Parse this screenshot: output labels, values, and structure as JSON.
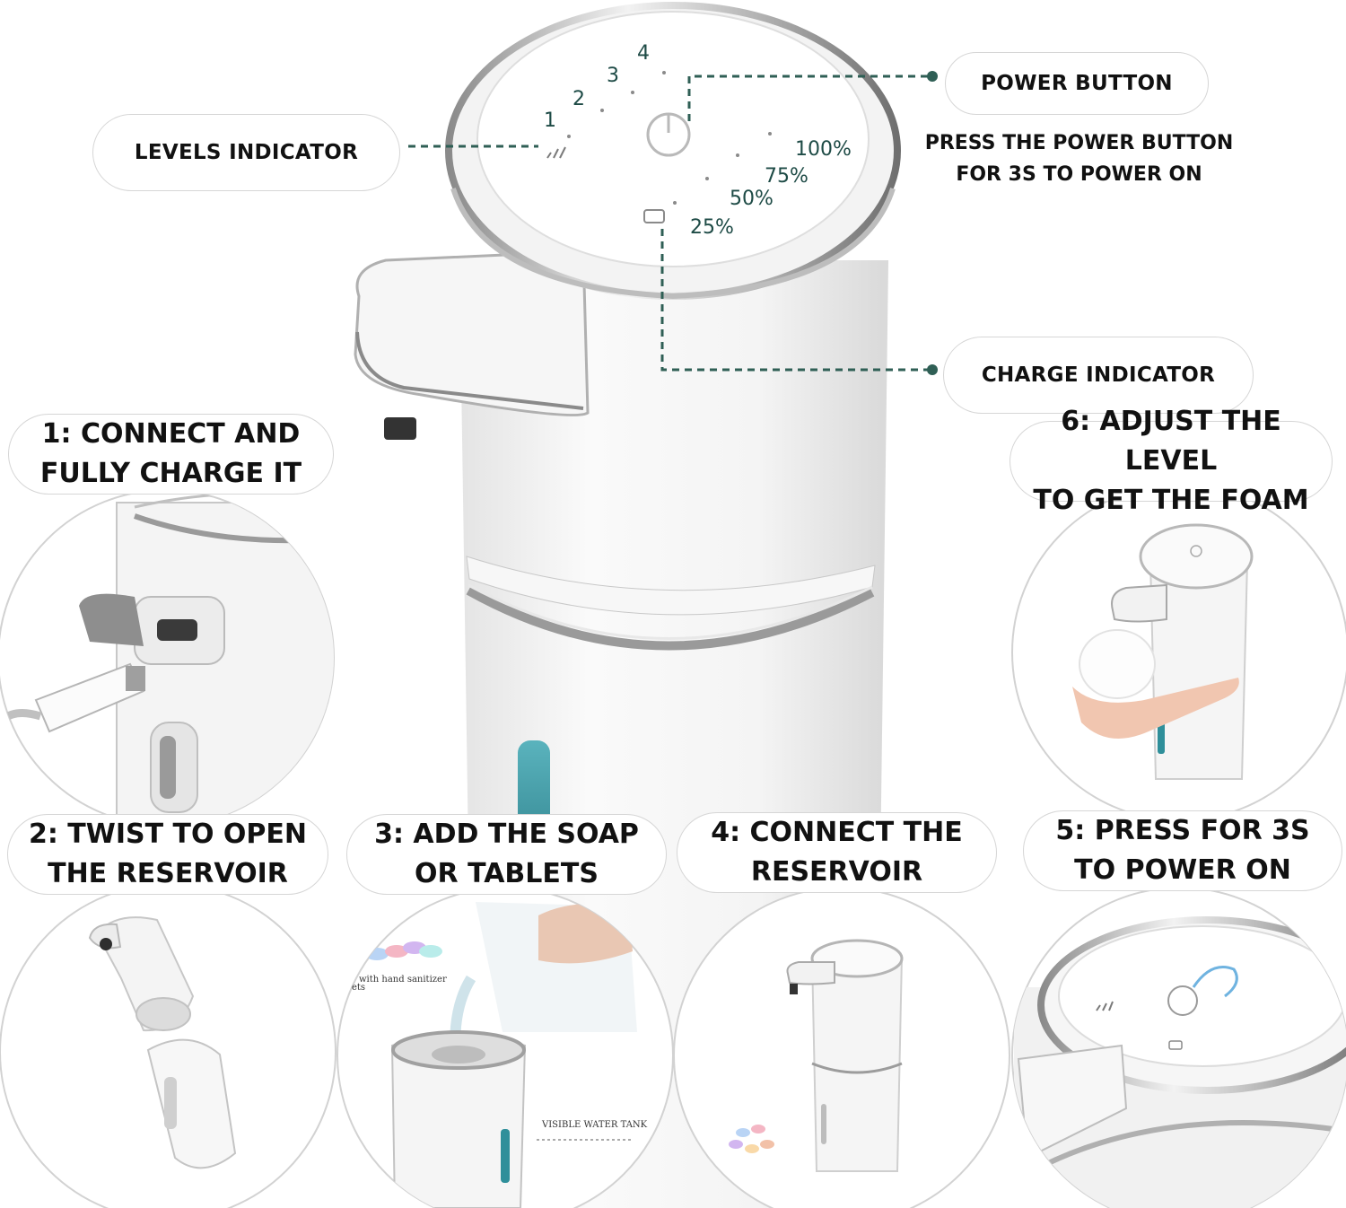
{
  "callouts": {
    "levels_indicator": "LEVELS INDICATOR",
    "power_button": "POWER BUTTON",
    "power_note_line1": "PRESS THE POWER BUTTON",
    "power_note_line2": "FOR 3S TO POWER ON",
    "charge_indicator": "CHARGE INDICATOR"
  },
  "panel": {
    "levels": [
      "1",
      "2",
      "3",
      "4"
    ],
    "battery": [
      "25%",
      "50%",
      "75%",
      "100%"
    ]
  },
  "steps": [
    {
      "line1": "1: CONNECT AND",
      "line2": "FULLY CHARGE IT"
    },
    {
      "line1": "2: TWIST TO OPEN",
      "line2": "THE RESERVOIR"
    },
    {
      "line1": "3: ADD THE SOAP",
      "line2": "OR TABLETS"
    },
    {
      "line1": "4: CONNECT THE",
      "line2": "RESERVOIR"
    },
    {
      "line1": "5: PRESS  FOR 3S",
      "line2": "TO POWER ON"
    },
    {
      "line1": "6: ADJUST THE LEVEL",
      "line2": "TO GET THE FOAM"
    }
  ],
  "step3_captions": {
    "sanitizer": "with hand sanitizer",
    "tablets": "ets",
    "tank": "VISIBLE WATER TANK"
  },
  "colors": {
    "leader_line": "#2f5f55",
    "panel_text": "#1e4b46",
    "window_teal": "#2f8f9a"
  }
}
